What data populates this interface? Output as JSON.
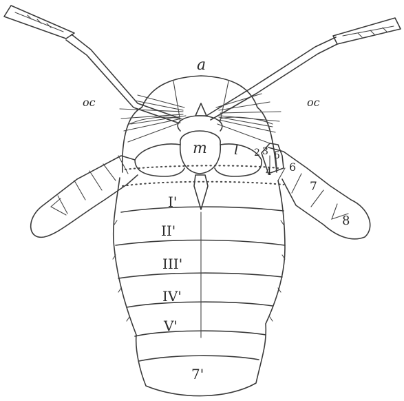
{
  "figure": {
    "labels": {
      "a": "a",
      "oc_left": "oc",
      "oc_right": "oc",
      "m": "m",
      "l": "l",
      "n2": "2",
      "n3": "3",
      "n4": "4",
      "n5": "5",
      "n6": "6",
      "n7": "7",
      "n8": "8",
      "seg1": "I'",
      "seg2": "II'",
      "seg3": "III'",
      "seg4": "IV'",
      "seg5": "V'",
      "seg7": "7'"
    }
  },
  "colors": {
    "ink": "#3a3a3a",
    "paper": "#ffffff"
  }
}
